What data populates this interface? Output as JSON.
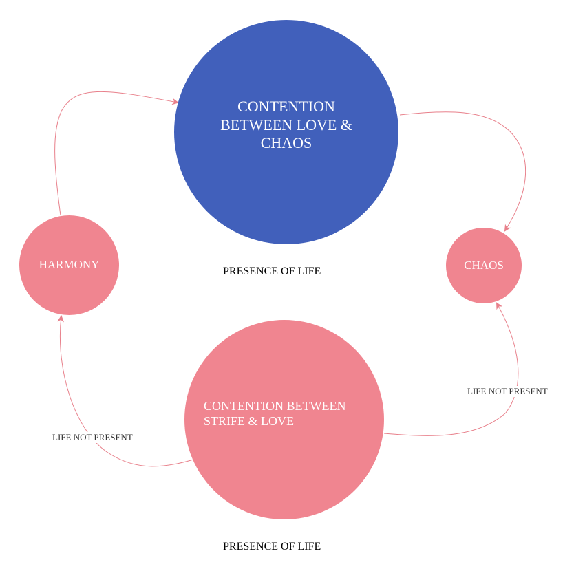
{
  "diagram": {
    "nodes": [
      {
        "id": "top",
        "label": "CONTENTION BETWEEN LOVE & CHAOS",
        "color": "#4160bb"
      },
      {
        "id": "harmony",
        "label": "HARMONY",
        "color": "#f08590"
      },
      {
        "id": "chaos",
        "label": "CHAOS",
        "color": "#f08590"
      },
      {
        "id": "bottom",
        "label": "CONTENTION BETWEEN STRIFE & LOVE",
        "color": "#f08590"
      }
    ],
    "captions": {
      "middle": "PRESENCE OF LIFE",
      "bottom": "PRESENCE OF LIFE"
    },
    "edges": [
      {
        "from": "harmony",
        "to": "top",
        "label": ""
      },
      {
        "from": "top",
        "to": "chaos",
        "label": ""
      },
      {
        "from": "bottom",
        "to": "chaos",
        "label": "LIFE NOT PRESENT"
      },
      {
        "from": "bottom",
        "to": "harmony",
        "label": "LIFE NOT PRESENT"
      }
    ],
    "edge_color": "#e8808b"
  }
}
